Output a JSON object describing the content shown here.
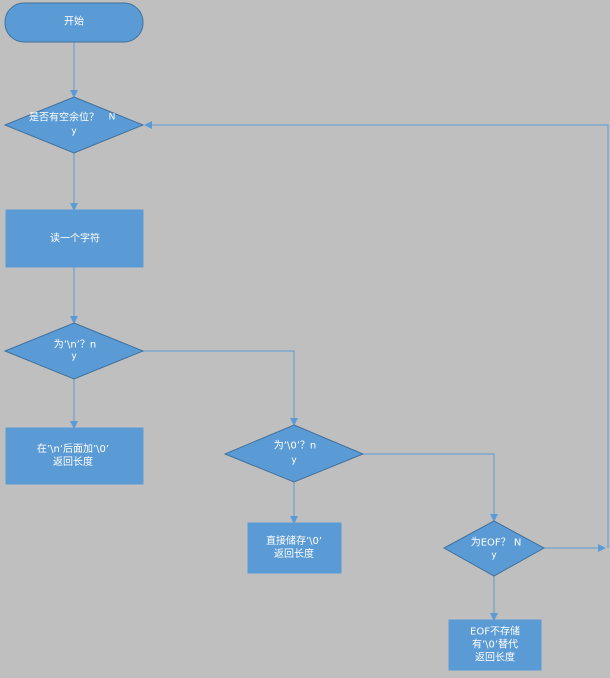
{
  "flowchart": {
    "start": "开始",
    "decision_space": "是否有空余位？",
    "decision_space_no": "N",
    "decision_space_yes": "y",
    "read_char": "读一个字符",
    "decision_newline": "为’\\n’？n",
    "decision_newline_yes": "y",
    "append_null": "在’\\n’后面加’\\0’\n返回长度",
    "decision_null": "为’\\0’？n",
    "decision_null_yes": "y",
    "store_null": "直接储存’\\0’\n返回长度",
    "decision_eof": "为EOF？ N",
    "decision_eof_yes": "y",
    "eof_action": "EOF不存储\n有’\\0’替代\n返回长度"
  },
  "colors": {
    "background": "#bfbfbf",
    "shape_fill": "#5b9bd5",
    "shape_stroke": "#41719c",
    "connector": "#5b9bd5"
  }
}
